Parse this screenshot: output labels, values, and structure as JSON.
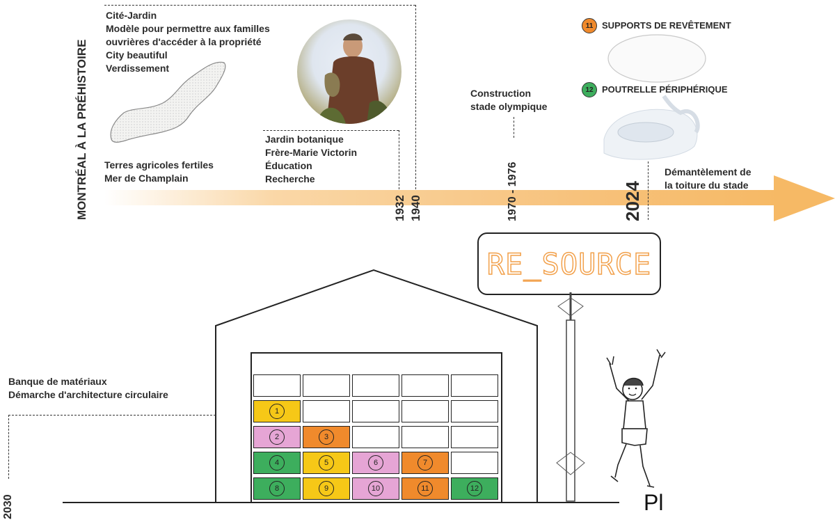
{
  "timeline": {
    "vertical_title": "MONTRÉAL À LA PRÉHISTOIRE",
    "prehistory_lines": [
      "Terres agricoles fertiles",
      "Mer de Champlain"
    ],
    "cite_jardin_lines": [
      "Cité-Jardin",
      "Modèle pour permettre aux familles",
      "ouvrières d'accéder à la propriété",
      "City beautiful",
      "Verdissement"
    ],
    "jardin_lines": [
      "Jardin botanique",
      "Frère-Marie Victorin",
      "Éducation",
      "Recherche"
    ],
    "year_1932": "1932",
    "year_1940": "1940",
    "stade_lines": [
      "Construction",
      "stade olympique"
    ],
    "year_range": "1970 - 1976",
    "year_2024": "2024",
    "demantelement_lines": [
      "Démantèlement de",
      "la toiture du stade"
    ],
    "year_2030": "2030"
  },
  "legend": {
    "item11": {
      "number": "11",
      "label": "SUPPORTS DE REVÊTEMENT",
      "color": "#f08a2c"
    },
    "item12": {
      "number": "12",
      "label": "POUTRELLE PÉRIPHÉRIQUE",
      "color": "#3dae5d"
    }
  },
  "resource": {
    "label": "RE_SOURCE",
    "color": "#f2a04a"
  },
  "banque_lines": [
    "Banque de matériaux",
    "Démarche d'architecture circulaire"
  ],
  "ground_text": "Pl",
  "grid": {
    "rows": [
      [
        {
          "n": "",
          "c": "#ffffff"
        },
        {
          "n": "",
          "c": "#ffffff"
        },
        {
          "n": "",
          "c": "#ffffff"
        },
        {
          "n": "",
          "c": "#ffffff"
        },
        {
          "n": "",
          "c": "#ffffff"
        }
      ],
      [
        {
          "n": "1",
          "c": "#f6c817"
        },
        {
          "n": "",
          "c": "#ffffff"
        },
        {
          "n": "",
          "c": "#ffffff"
        },
        {
          "n": "",
          "c": "#ffffff"
        },
        {
          "n": "",
          "c": "#ffffff"
        }
      ],
      [
        {
          "n": "2",
          "c": "#e6a5d5"
        },
        {
          "n": "3",
          "c": "#f08a2c"
        },
        {
          "n": "",
          "c": "#ffffff"
        },
        {
          "n": "",
          "c": "#ffffff"
        },
        {
          "n": "",
          "c": "#ffffff"
        }
      ],
      [
        {
          "n": "4",
          "c": "#3dae5d"
        },
        {
          "n": "5",
          "c": "#f6c817"
        },
        {
          "n": "6",
          "c": "#e6a5d5"
        },
        {
          "n": "7",
          "c": "#f08a2c"
        },
        {
          "n": "",
          "c": "#ffffff"
        }
      ],
      [
        {
          "n": "8",
          "c": "#3dae5d"
        },
        {
          "n": "9",
          "c": "#f6c817"
        },
        {
          "n": "10",
          "c": "#e6a5d5"
        },
        {
          "n": "11",
          "c": "#f08a2c"
        },
        {
          "n": "12",
          "c": "#3dae5d"
        }
      ]
    ]
  }
}
